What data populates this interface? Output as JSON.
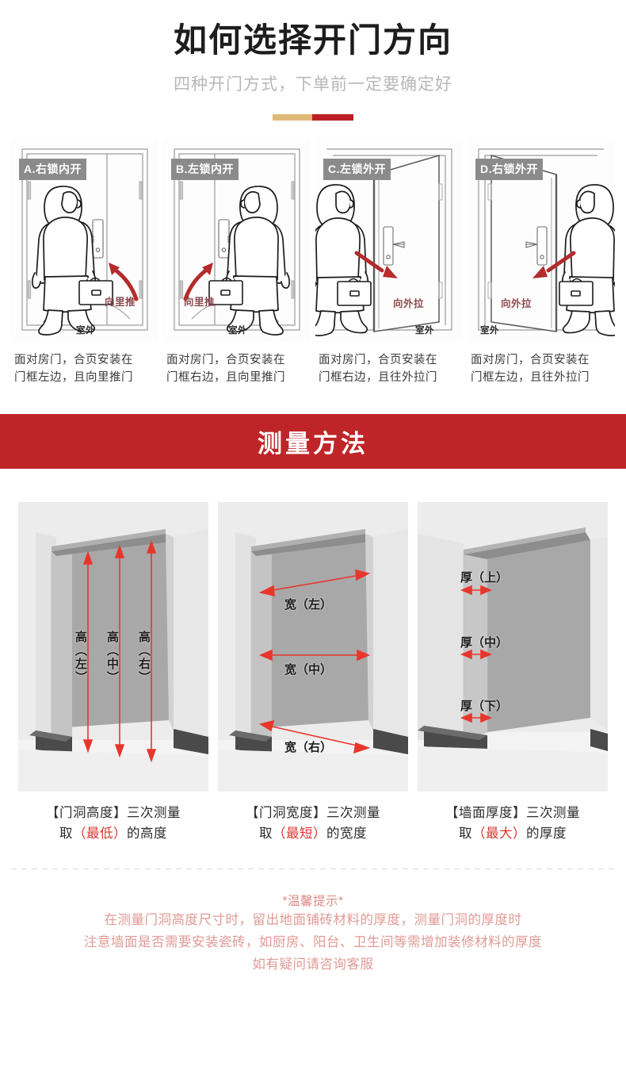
{
  "hero": {
    "title": "如何选择开门方向",
    "subtitle": "四种开门方式，下单前一定要确定好",
    "divider_colors": {
      "gold": "#e0b878",
      "crimson": "#bb1f24"
    }
  },
  "door_options": [
    {
      "badge": "A.右锁内开",
      "arrow_label": "向里推",
      "outdoor_label": "室外",
      "caption_line1": "面对房门，合页安装在",
      "caption_line2": "门框左边，且向里推门"
    },
    {
      "badge": "B.左锁内开",
      "arrow_label": "向里推",
      "outdoor_label": "室外",
      "caption_line1": "面对房门，合页安装在",
      "caption_line2": "门框右边，且向里推门"
    },
    {
      "badge": "C.左锁外开",
      "arrow_label": "向外拉",
      "outdoor_label": "室外",
      "caption_line1": "面对房门，合页安装在",
      "caption_line2": "门框右边，且往外拉门"
    },
    {
      "badge": "D.右锁外开",
      "arrow_label": "向外拉",
      "outdoor_label": "室外",
      "caption_line1": "面对房门，合页安装在",
      "caption_line2": "门框左边，且往外拉门"
    }
  ],
  "banner": {
    "text": "测量方法",
    "background": "#bf2528",
    "color": "#ffffff"
  },
  "measure_cards": [
    {
      "labels": [
        "高（左）",
        "高（中）",
        "高（右）"
      ],
      "label_a": "高（左）",
      "label_b": "高（中）",
      "label_c": "高（右）",
      "caption_line1": "【门洞高度】三次测量",
      "caption_prefix": "取",
      "caption_highlight": "（最低）",
      "caption_suffix": "的高度"
    },
    {
      "labels": [
        "宽（左）",
        "宽（中）",
        "宽（右）"
      ],
      "label_a": "宽（左）",
      "label_b": "宽（中）",
      "label_c": "宽（右）",
      "caption_line1": "【门洞宽度】三次测量",
      "caption_prefix": "取",
      "caption_highlight": "（最短）",
      "caption_suffix": "的宽度"
    },
    {
      "labels": [
        "厚（上）",
        "厚（中）",
        "厚（下）"
      ],
      "label_a": "厚（上）",
      "label_b": "厚（中）",
      "label_c": "厚（下）",
      "caption_line1": "【墙面厚度】三次测量",
      "caption_prefix": "取",
      "caption_highlight": "（最大）",
      "caption_suffix": "的厚度"
    }
  ],
  "tips": {
    "title": "*温馨提示*",
    "line1": "在测量门洞高度尺寸时，留出地面铺砖材料的厚度，测量门洞的厚度时",
    "line2": "注意墙面是否需要安装瓷砖，如厨房、阳台、卫生间等需增加装修材料的厚度",
    "line3": "如有疑问请咨询客服",
    "color": "#e09a95"
  }
}
